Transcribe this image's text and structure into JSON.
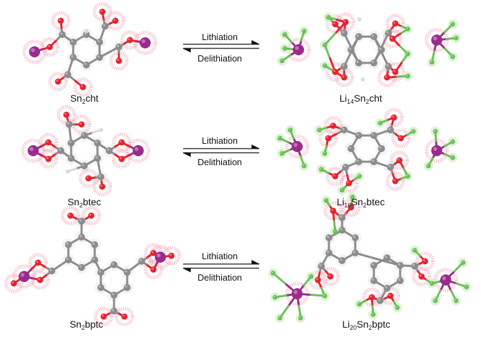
{
  "reactions": [
    {
      "reactant": {
        "a": "Sn",
        "n1": "2",
        "b": "cht"
      },
      "product": {
        "a": "Li",
        "n1": "14",
        "b": "Sn",
        "n2": "2",
        "c": "cht"
      },
      "forward": "Lithiation",
      "reverse": "Delithiation"
    },
    {
      "reactant": {
        "a": "Sn",
        "n1": "2",
        "b": "btec"
      },
      "product": {
        "a": "Li",
        "n1": "16",
        "b": "Sn",
        "n2": "2",
        "c": "btec"
      },
      "forward": "Lithiation",
      "reverse": "Delithiation"
    },
    {
      "reactant": {
        "a": "Sn",
        "n1": "2",
        "b": "bptc"
      },
      "product": {
        "a": "Li",
        "n1": "20",
        "b": "Sn",
        "n2": "2",
        "c": "bptc"
      },
      "forward": "Lithiation",
      "reverse": "Delithiation"
    }
  ],
  "colors": {
    "C": "#8c8c8c",
    "H": "#d9d9d9",
    "O": "#e8212e",
    "Sn": "#9b2a8c",
    "Li": "#6cc05a"
  }
}
